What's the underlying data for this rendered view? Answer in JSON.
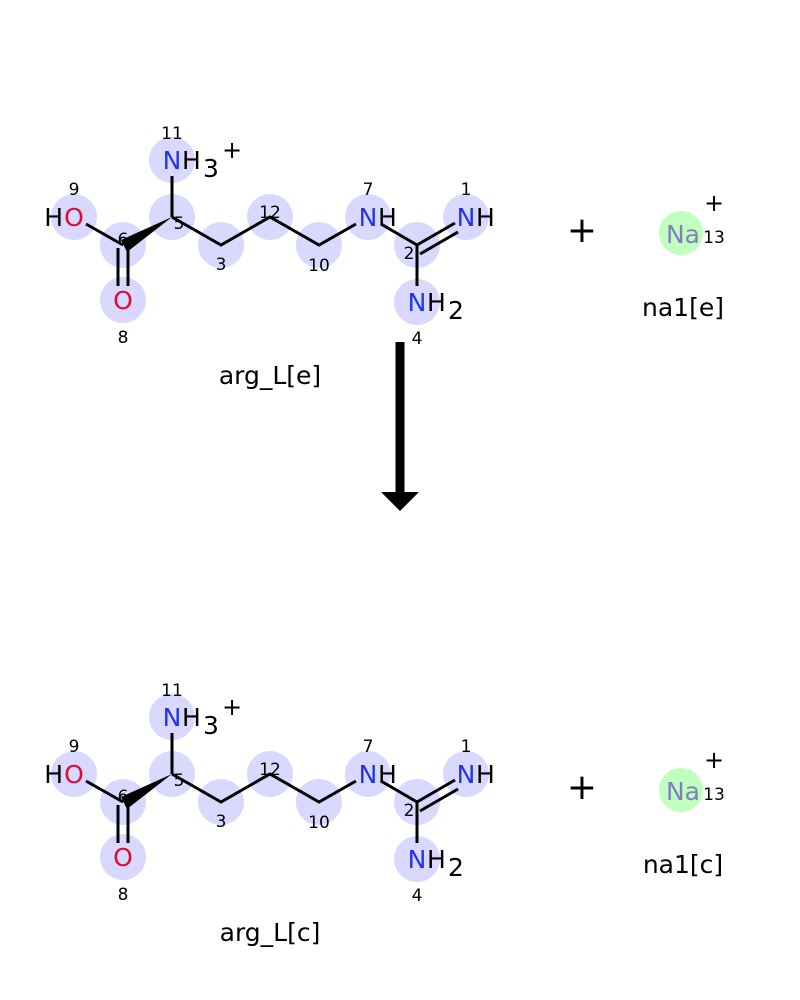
{
  "colors": {
    "highlight": "#d9d9ff",
    "na_highlight": "#c0ffc0",
    "nitrogen": "#2233ee",
    "oxygen": "#e00b34",
    "sodium": "#8080bb",
    "bond": "#000000"
  },
  "atom_labels": {
    "O9": {
      "element": "O",
      "prefix": "H",
      "index": "9"
    },
    "C6": {
      "index": "6"
    },
    "O8": {
      "element": "O",
      "index": "8"
    },
    "C5": {
      "index": "5"
    },
    "N11": {
      "element": "N",
      "suffix": "H",
      "sub": "3",
      "charge": "+",
      "index": "11"
    },
    "C3": {
      "index": "3"
    },
    "C12": {
      "index": "12"
    },
    "C10": {
      "index": "10"
    },
    "N7": {
      "element": "N",
      "suffix": "H",
      "index": "7"
    },
    "C2": {
      "index": "2"
    },
    "N1": {
      "element": "N",
      "suffix": "H",
      "index": "1"
    },
    "N4": {
      "element": "N",
      "suffix": "H",
      "sub": "2",
      "index": "4"
    }
  },
  "plus_sign": "+",
  "reactants": {
    "molecule": "arg_L[e]",
    "ion": {
      "element": "Na",
      "charge": "+",
      "index": "13",
      "name": "na1[e]"
    }
  },
  "products": {
    "molecule": "arg_L[c]",
    "ion": {
      "element": "Na",
      "charge": "+",
      "index": "13",
      "name": "na1[c]"
    }
  }
}
